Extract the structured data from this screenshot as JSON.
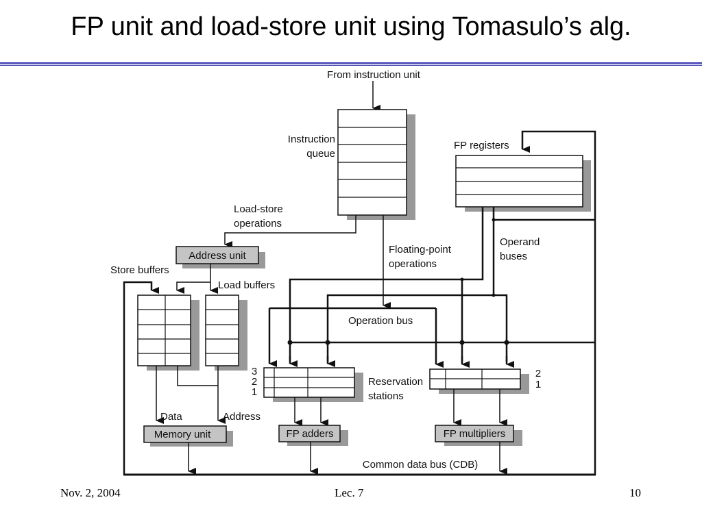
{
  "slide": {
    "title": "FP unit and load-store unit using Tomasulo’s alg.",
    "footer": {
      "date": "Nov. 2, 2004",
      "lecture": "Lec. 7",
      "page": "10"
    },
    "rule_colors": [
      "#3b3bb0",
      "#c8c8ee"
    ]
  },
  "diagram": {
    "labels": {
      "from_instruction_unit": "From instruction unit",
      "instruction_queue_1": "Instruction",
      "instruction_queue_2": "queue",
      "fp_registers": "FP registers",
      "load_store_ops_1": "Load-store",
      "load_store_ops_2": "operations",
      "address_unit": "Address unit",
      "store_buffers": "Store buffers",
      "load_buffers": "Load buffers",
      "fp_ops_1": "Floating-point",
      "fp_ops_2": "operations",
      "operand_buses_1": "Operand",
      "operand_buses_2": "buses",
      "operation_bus": "Operation bus",
      "reservation_stations_1": "Reservation",
      "reservation_stations_2": "stations",
      "adder_rs_numbers": [
        "3",
        "2",
        "1"
      ],
      "mult_rs_numbers": [
        "2",
        "1"
      ],
      "data": "Data",
      "address": "Address",
      "memory_unit": "Memory unit",
      "fp_adders": "FP adders",
      "fp_multipliers": "FP multipliers",
      "cdb": "Common data bus (CDB)"
    },
    "colors": {
      "unit_fill": "#c4c4c4",
      "shadow": "#999999",
      "line": "#111111"
    }
  }
}
